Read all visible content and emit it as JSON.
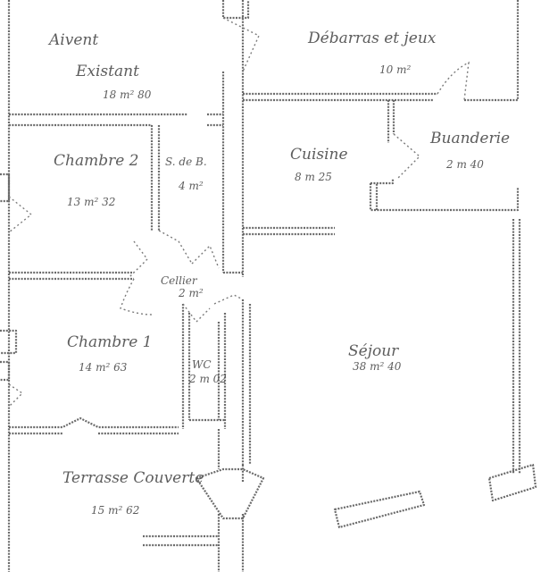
{
  "plan": {
    "rooms": [
      {
        "name": "Aivent",
        "area": ""
      },
      {
        "name": "Existant",
        "area": "18 m² 80"
      },
      {
        "name": "Débarras et jeux",
        "area": "10 m²"
      },
      {
        "name": "Chambre 2",
        "area": "13 m² 32"
      },
      {
        "name": "S. de B.",
        "area": "4 m²"
      },
      {
        "name": "Cuisine",
        "area": "8 m 25"
      },
      {
        "name": "Buanderie",
        "area": "2 m 40"
      },
      {
        "name": "Cellier",
        "area": "2 m²"
      },
      {
        "name": "Chambre 1",
        "area": "14 m² 63"
      },
      {
        "name": "WC",
        "area": "2 m 02"
      },
      {
        "name": "Séjour",
        "area": "38 m² 40"
      },
      {
        "name": "Terrasse Couverte",
        "area": "15 m² 62"
      }
    ]
  }
}
